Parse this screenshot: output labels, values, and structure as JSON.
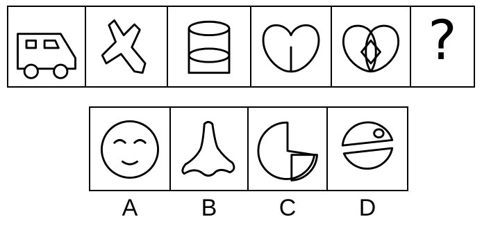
{
  "sequence": {
    "panels": [
      {
        "icon": "van-icon"
      },
      {
        "icon": "zigzag-strip-icon"
      },
      {
        "icon": "cylinder-icon"
      },
      {
        "icon": "two-lobes-icon"
      },
      {
        "icon": "lobes-with-diamond-icon"
      },
      {
        "icon": "question-mark",
        "text": "?"
      }
    ]
  },
  "options": [
    {
      "letter": "A",
      "icon": "smiley-face-icon"
    },
    {
      "letter": "B",
      "icon": "spire-shape-icon"
    },
    {
      "letter": "C",
      "icon": "pie-with-slice-icon"
    },
    {
      "letter": "D",
      "icon": "split-circle-icon"
    }
  ]
}
